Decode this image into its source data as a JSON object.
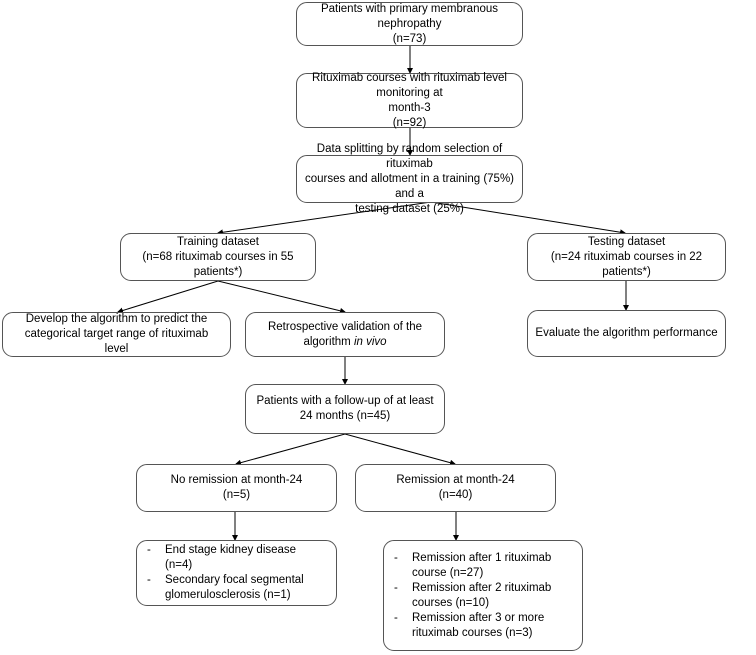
{
  "boxes": {
    "patients": {
      "line1": "Patients with primary membranous nephropathy",
      "line2": "(n=73)"
    },
    "courses": {
      "line1": "Rituximab courses with rituximab level monitoring at",
      "line2": "month-3",
      "line3": "(n=92)"
    },
    "splitting": {
      "line1": "Data splitting by random selection of rituximab",
      "line2": "courses and allotment in a training (75%) and a",
      "line3": "testing dataset (25%)"
    },
    "training": {
      "line1": "Training dataset",
      "line2": "(n=68 rituximab courses in 55",
      "line3": "patients*)"
    },
    "testing": {
      "line1": "Testing dataset",
      "line2": "(n=24 rituximab courses in 22",
      "line3": "patients*)"
    },
    "develop": {
      "line1": "Develop the algorithm to predict the",
      "line2": "categorical target range of rituximab",
      "line3": "level"
    },
    "retro": {
      "line1": "Retrospective validation of the",
      "line2_normal": "algorithm ",
      "line2_italic": "in vivo"
    },
    "evaluate": {
      "line1": "Evaluate the algorithm performance"
    },
    "followup": {
      "line1": "Patients with a follow-up of at least",
      "line2": "24 months (n=45)"
    },
    "no_remission": {
      "line1": "No remission at month-24",
      "line2": "(n=5)"
    },
    "remission": {
      "line1": "Remission at month-24",
      "line2": "(n=40)"
    },
    "no_remission_detail": {
      "items": [
        {
          "lines": [
            "End stage kidney disease (n=4)"
          ]
        },
        {
          "lines": [
            "Secondary focal segmental",
            "glomerulosclerosis (n=1)"
          ]
        }
      ]
    },
    "remission_detail": {
      "items": [
        {
          "lines": [
            "Remission after 1 rituximab",
            "course (n=27)"
          ]
        },
        {
          "lines": [
            "Remission after 2 rituximab",
            "courses (n=10)"
          ]
        },
        {
          "lines": [
            "Remission after 3 or more",
            "rituximab courses (n=3)"
          ]
        }
      ]
    }
  }
}
